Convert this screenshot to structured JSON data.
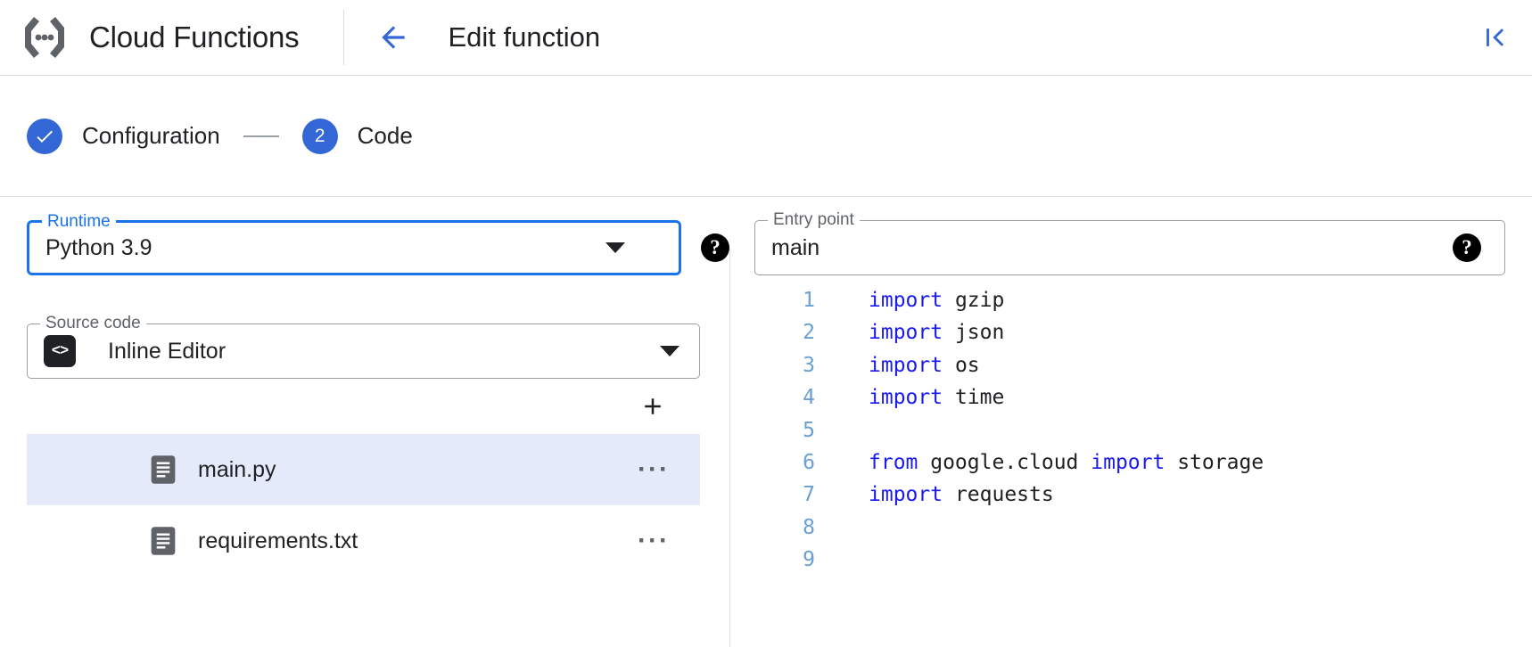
{
  "header": {
    "brand": "Cloud Functions",
    "brand_icon": "cloud-functions-logo",
    "back_icon": "arrow-left-icon",
    "title": "Edit function",
    "collapse_icon": "first-page-icon"
  },
  "stepper": {
    "steps": [
      {
        "badge": "✓",
        "label": "Configuration",
        "state": "complete"
      },
      {
        "badge": "2",
        "label": "Code",
        "state": "active"
      }
    ]
  },
  "runtime": {
    "legend": "Runtime",
    "value": "Python 3.9",
    "dropdown_icon": "chevron-down-icon",
    "help_icon": "help-filled-icon",
    "focused": true
  },
  "entry_point": {
    "legend": "Entry point",
    "value": "main",
    "placeholder": "main",
    "help_icon": "help-filled-icon"
  },
  "source_code": {
    "legend": "Source code",
    "value": "Inline Editor",
    "badge_icon": "code-brackets-icon",
    "badge_text": "<>",
    "dropdown_icon": "chevron-down-icon"
  },
  "files": {
    "add_icon": "plus-icon",
    "items": [
      {
        "name": "main.py",
        "icon": "description-icon",
        "more_icon": "more-horiz-icon",
        "selected": true
      },
      {
        "name": "requirements.txt",
        "icon": "description-icon",
        "more_icon": "more-horiz-icon",
        "selected": false
      }
    ]
  },
  "editor": {
    "lines": [
      {
        "no": "1",
        "tokens": [
          {
            "t": "import",
            "c": "kw"
          },
          {
            "t": " gzip",
            "c": "pl"
          }
        ]
      },
      {
        "no": "2",
        "tokens": [
          {
            "t": "import",
            "c": "kw"
          },
          {
            "t": " json",
            "c": "pl"
          }
        ]
      },
      {
        "no": "3",
        "tokens": [
          {
            "t": "import",
            "c": "kw"
          },
          {
            "t": " os",
            "c": "pl"
          }
        ]
      },
      {
        "no": "4",
        "tokens": [
          {
            "t": "import",
            "c": "kw"
          },
          {
            "t": " time",
            "c": "pl"
          }
        ]
      },
      {
        "no": "5",
        "tokens": []
      },
      {
        "no": "6",
        "tokens": [
          {
            "t": "from",
            "c": "kw"
          },
          {
            "t": " google.cloud ",
            "c": "pl"
          },
          {
            "t": "import",
            "c": "kw"
          },
          {
            "t": " storage",
            "c": "pl"
          }
        ]
      },
      {
        "no": "7",
        "tokens": [
          {
            "t": "import",
            "c": "kw"
          },
          {
            "t": " requests",
            "c": "pl"
          }
        ]
      },
      {
        "no": "8",
        "tokens": []
      },
      {
        "no": "9",
        "tokens": []
      }
    ]
  },
  "colors": {
    "accent_blue": "#1a73e8",
    "step_blue": "#3367d6",
    "keyword_blue": "#1a1af0",
    "line_number": "#6a9fd4",
    "selected_row": "#e4eafa",
    "divider": "#dadce0"
  }
}
